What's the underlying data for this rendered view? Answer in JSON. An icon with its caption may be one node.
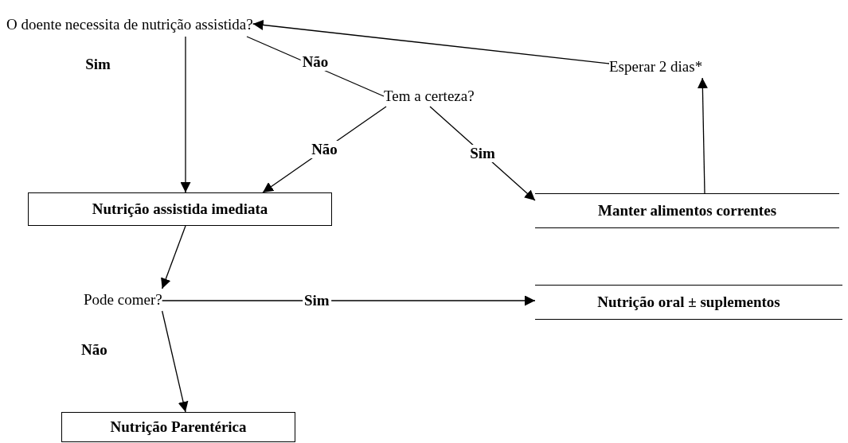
{
  "diagram": {
    "nodes": [
      {
        "text": [
          "O doente necessita de nutrição assistida?"
        ]
      },
      {
        "text": [
          "Tem a certeza?"
        ]
      },
      {
        "text": [
          "Esperar 2 dias*"
        ]
      },
      {
        "text": [
          "Nutrição assistida imediata"
        ]
      },
      {
        "text": [
          "Manter alimentos correntes"
        ]
      },
      {
        "text": [
          "Pode comer?"
        ]
      },
      {
        "text": [
          "Nutrição oral ± suplementos"
        ]
      },
      {
        "text": [
          "Nutrição Parentérica"
        ]
      }
    ],
    "edges": [
      {
        "from": 0,
        "to": 3,
        "arrow": "to",
        "label": "Sim"
      },
      {
        "from": 0,
        "to": 1,
        "arrow": "none",
        "label": "Não"
      },
      {
        "from": 1,
        "to": 3,
        "arrow": "to",
        "label": "Não"
      },
      {
        "from": 1,
        "to": 4,
        "arrow": "to",
        "label": "Sim"
      },
      {
        "from": 4,
        "to": 2,
        "arrow": "to"
      },
      {
        "from": 2,
        "to": 0,
        "arrow": "to"
      },
      {
        "from": 3,
        "to": 5,
        "arrow": "to"
      },
      {
        "from": 5,
        "to": 6,
        "arrow": "to",
        "label": "Sim"
      },
      {
        "from": 5,
        "to": 7,
        "arrow": "to",
        "label": "Não"
      }
    ]
  }
}
